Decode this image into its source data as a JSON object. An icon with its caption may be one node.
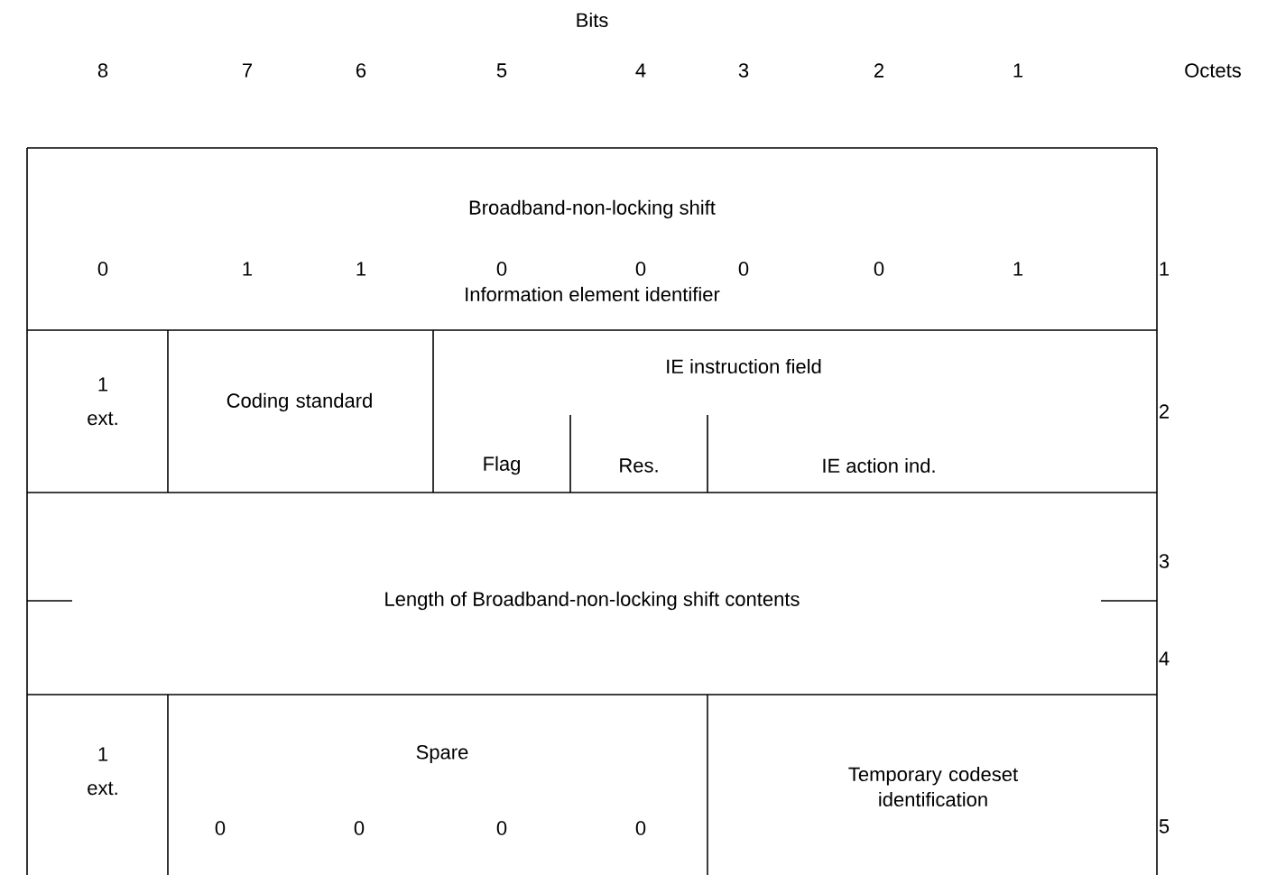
{
  "diagram": {
    "labels": [
      "Bits",
      "8",
      "7",
      "6",
      "5",
      "4",
      "3",
      "2",
      "1",
      "Octets",
      "Broadband-non-locking shift",
      "0",
      "1",
      "1",
      "0",
      "0",
      "0",
      "0",
      "1",
      "1",
      "Information element identifier",
      "1",
      "IE instruction field",
      "ext.",
      "Coding standard",
      "2",
      "Flag",
      "Res.",
      "IE action ind.",
      "3",
      "Length of Broadband-non-locking shift contents",
      "4",
      "1",
      "Spare",
      "Temporary codeset identification",
      "ext.",
      "0",
      "0",
      "0",
      "0",
      "5"
    ]
  }
}
